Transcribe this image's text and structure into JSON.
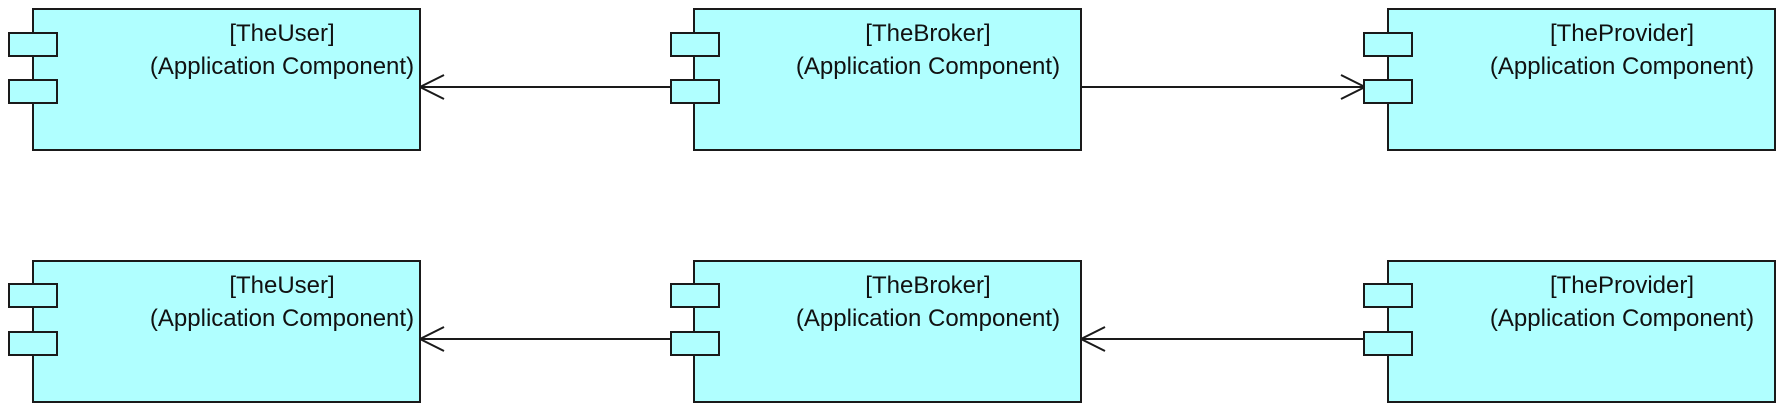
{
  "diagram": {
    "rows": [
      {
        "components": [
          {
            "name": "[TheUser]",
            "type": "(Application Component)"
          },
          {
            "name": "[TheBroker]",
            "type": "(Application Component)"
          },
          {
            "name": "[TheProvider]",
            "type": "(Application Component)"
          }
        ],
        "connections": [
          {
            "from": "[TheBroker]",
            "to": "[TheUser]",
            "arrowhead": "open"
          },
          {
            "from": "[TheBroker]",
            "to": "[TheProvider]",
            "arrowhead": "open"
          }
        ]
      },
      {
        "components": [
          {
            "name": "[TheUser]",
            "type": "(Application Component)"
          },
          {
            "name": "[TheBroker]",
            "type": "(Application Component)"
          },
          {
            "name": "[TheProvider]",
            "type": "(Application Component)"
          }
        ],
        "connections": [
          {
            "from": "[TheBroker]",
            "to": "[TheUser]",
            "arrowhead": "open"
          },
          {
            "from": "[TheProvider]",
            "to": "[TheBroker]",
            "arrowhead": "open"
          }
        ]
      }
    ],
    "colors": {
      "component_fill": "#b0ffff",
      "stroke": "#1a1a1a"
    }
  }
}
